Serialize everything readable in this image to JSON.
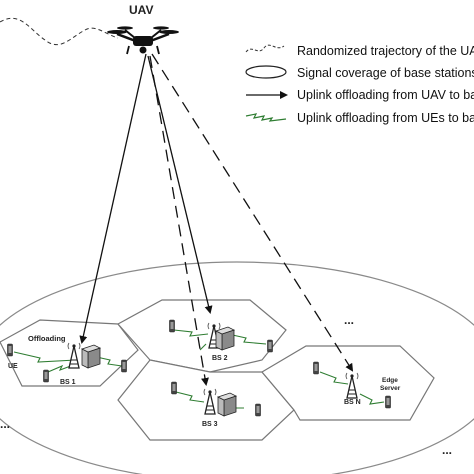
{
  "title_uav": "UAV",
  "legend": [
    {
      "text": "Randomized trajectory of the UAV",
      "icon": "dotted-curve-icon"
    },
    {
      "text": "Signal coverage of base stations",
      "icon": "ellipse-icon"
    },
    {
      "text": "Uplink offloading from UAV to base stations",
      "icon": "solid-arrow-icon"
    },
    {
      "text": "Uplink offloading from UEs to base stations",
      "icon": "zigzag-link-icon"
    }
  ],
  "nodes": {
    "bs1": "BS 1",
    "bs2": "BS 2",
    "bs3": "BS 3",
    "bsn": "BS N",
    "ue": "UE",
    "offloading": "Offloading",
    "edge_server_line1": "Edge",
    "edge_server_line2": "Server",
    "ellipsis_top": "...",
    "ellipsis_left": "...",
    "ellipsis_right": "..."
  },
  "colors": {
    "line": "#111111",
    "hex_stroke": "#777777",
    "ground_stroke": "#8a8a8a",
    "zigzag": "#2f7d32"
  }
}
